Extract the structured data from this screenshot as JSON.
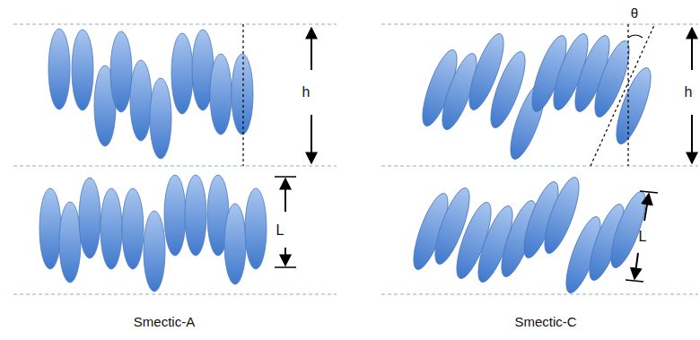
{
  "diagram": {
    "labels": [
      "h",
      "L",
      "Smectic-A",
      "θ",
      "h",
      "L",
      "Smectic-C"
    ]
  }
}
